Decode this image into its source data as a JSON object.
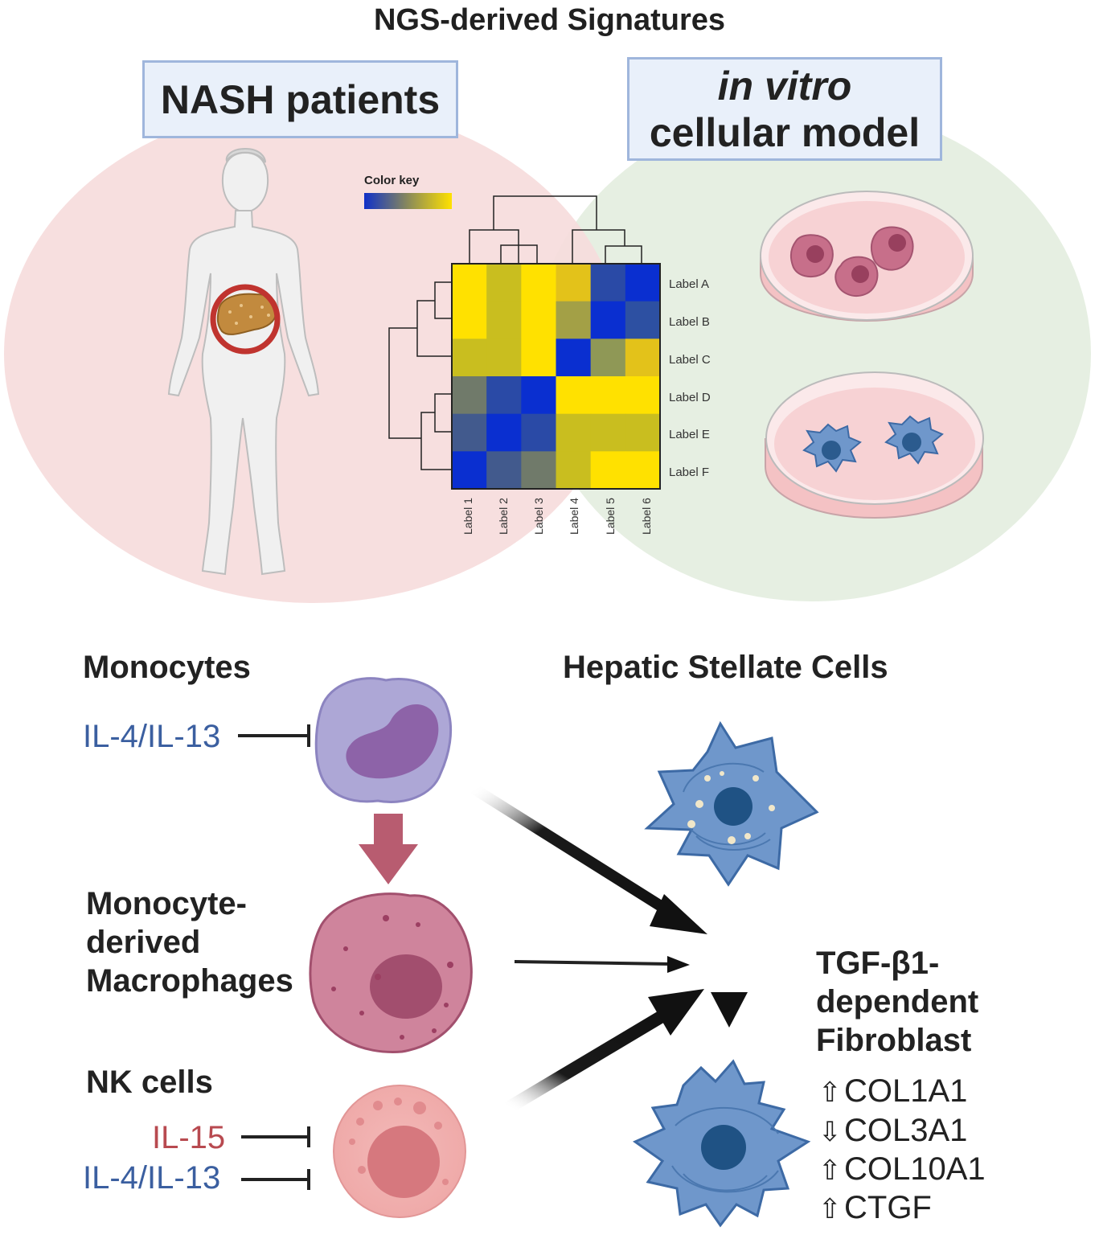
{
  "title": "NGS-derived Signatures",
  "left_box": {
    "label": "NASH patients"
  },
  "right_box": {
    "line1": "in vitro",
    "line2": "cellular model"
  },
  "heatmap": {
    "color_key_label": "Color key",
    "row_labels": [
      "Label A",
      "Label B",
      "Label C",
      "Label D",
      "Label E",
      "Label F"
    ],
    "col_labels": [
      "Label 1",
      "Label 2",
      "Label 3",
      "Label 4",
      "Label 5",
      "Label 6"
    ],
    "cells": [
      [
        "#ffe100",
        "#c9be1f",
        "#ffe100",
        "#e3c21a",
        "#2a4aa6",
        "#0a2fd0"
      ],
      [
        "#ffe100",
        "#c9be1f",
        "#ffe100",
        "#a3a046",
        "#0a2fd0",
        "#2d50a2"
      ],
      [
        "#c9be1f",
        "#c9be1f",
        "#ffe100",
        "#0a2fd0",
        "#8f9856",
        "#e3c21a"
      ],
      [
        "#707a6a",
        "#2a4aa6",
        "#0a2fd0",
        "#ffe100",
        "#ffe100",
        "#ffe100"
      ],
      [
        "#425a8d",
        "#0a2fd0",
        "#2a4aa6",
        "#c9be1f",
        "#c9be1f",
        "#c9be1f"
      ],
      [
        "#0a2fd0",
        "#425a8d",
        "#707a6a",
        "#c9be1f",
        "#ffe100",
        "#ffe100"
      ]
    ],
    "color_low": "#1030c8",
    "color_high": "#ffe100"
  },
  "cells": {
    "monocytes": {
      "label": "Monocytes",
      "inhibitor": "IL-4/IL-13"
    },
    "macrophages": {
      "line1": "Monocyte-",
      "line2": "derived",
      "line3": "Macrophages"
    },
    "nk_cells": {
      "label": "NK cells",
      "inhibitor1": "IL-15",
      "inhibitor2": "IL-4/IL-13"
    },
    "hsc": {
      "label": "Hepatic Stellate Cells"
    },
    "fibroblast": {
      "line1": "TGF-β1-",
      "line2": "dependent",
      "line3": "Fibroblast"
    }
  },
  "genes": [
    {
      "arrow": "⇧",
      "name": "COL1A1"
    },
    {
      "arrow": "⇩",
      "name": "COL3A1"
    },
    {
      "arrow": "⇧",
      "name": "COL10A1"
    },
    {
      "arrow": "⇧",
      "name": "CTGF"
    }
  ],
  "colors": {
    "left_circle": "#f6dcdc",
    "right_circle": "#e6efe2",
    "box_fill": "#e9f0fa",
    "box_border": "#9fb6dc",
    "inhibitor_blue": "#3b5fa0",
    "inhibitor_red": "#b84a50"
  },
  "icons": [
    "human-body-icon",
    "liver-icon",
    "petri-dish-icon",
    "monocyte-icon",
    "macrophage-icon",
    "nk-cell-icon",
    "stellate-cell-icon",
    "fibroblast-icon"
  ]
}
